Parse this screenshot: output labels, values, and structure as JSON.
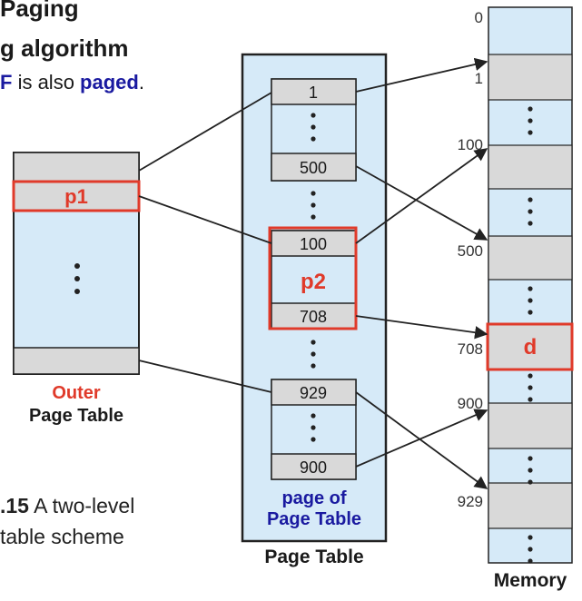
{
  "header": {
    "line1": "Paging",
    "line2": "g algorithm",
    "subline_prefix": "F",
    "subline_mid": " is also ",
    "subline_bold": "paged",
    "subline_end": "."
  },
  "caption": {
    "number": ".15",
    "line1_rest": " A two-level",
    "line2": "table scheme"
  },
  "outer_table": {
    "p1_label": "p1",
    "title_red": "Outer",
    "title": "Page Table"
  },
  "page_table": {
    "entries": [
      "1",
      "500",
      "100",
      "708",
      "929",
      "900"
    ],
    "p2_label": "p2",
    "inner_label_1": "page of",
    "inner_label_2": "Page Table",
    "title": "Page Table"
  },
  "memory": {
    "addresses": [
      "0",
      "1",
      "100",
      "500",
      "708",
      "900",
      "929"
    ],
    "d_label": "d",
    "title": "Memory"
  },
  "colors": {
    "light_blue": "#d6eaf8",
    "gray": "#d9d9d9",
    "red": "#e03a2a",
    "dark_blue": "#1a1aa0"
  }
}
